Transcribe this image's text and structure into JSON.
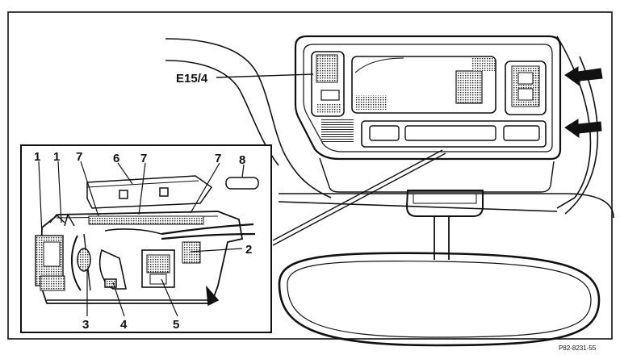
{
  "callouts": {
    "main_label": "E15/4",
    "inset_labels": [
      "1",
      "1",
      "7",
      "6",
      "7",
      "7",
      "8",
      "2",
      "3",
      "4",
      "5"
    ]
  },
  "figure_code": "P82-8231-55"
}
